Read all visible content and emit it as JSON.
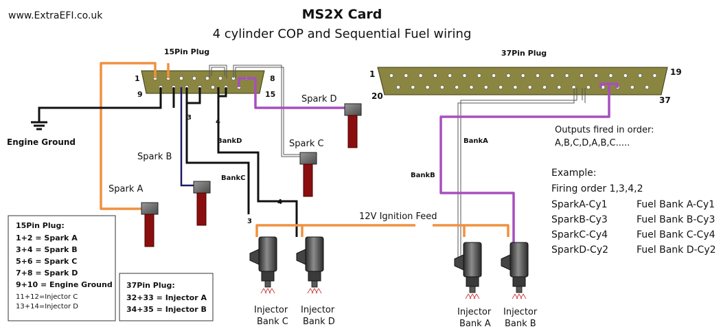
{
  "header": {
    "site": "www.ExtraEFI.co.uk",
    "title": "MS2X Card",
    "subtitle": "4 cylinder COP and Sequential Fuel wiring"
  },
  "plug15": {
    "title": "15Pin Plug",
    "pin1": "1",
    "pin8": "8",
    "pin9": "9",
    "pin15": "15"
  },
  "plug37": {
    "title": "37Pin Plug",
    "pin1": "1",
    "pin19": "19",
    "pin20": "20",
    "pin37": "37"
  },
  "wires": {
    "engine_ground": "Engine Ground",
    "wire3_a": "3",
    "wire4_a": "4",
    "wire3_b": "3",
    "wire4_b": "4",
    "bankA": "BankA",
    "bankB": "BankB",
    "bankC": "BankC",
    "bankD": "BankD",
    "feed": "12V Ignition Feed"
  },
  "coils": {
    "sparkA": "Spark A",
    "sparkB": "Spark B",
    "sparkC": "Spark C",
    "sparkD": "Spark D"
  },
  "injectors": {
    "c_line1": "Injector",
    "c_line2": "Bank C",
    "d_line1": "Injector",
    "d_line2": "Bank D",
    "a_line1": "Injector",
    "a_line2": "Bank A",
    "b_line1": "Injector",
    "b_line2": "Bank B"
  },
  "notes": {
    "outputs_line1": "Outputs fired in order:",
    "outputs_line2": "A,B,C,D,A,B,C.....",
    "example": "Example:",
    "firing": "Firing order 1,3,4,2",
    "rows": [
      {
        "spark": "SparkA-Cy1",
        "fuel": "Fuel Bank A-Cy1"
      },
      {
        "spark": "SparkB-Cy3",
        "fuel": "Fuel Bank B-Cy3"
      },
      {
        "spark": "SparkC-Cy4",
        "fuel": "Fuel Bank C-Cy4"
      },
      {
        "spark": "SparkD-Cy2",
        "fuel": "Fuel Bank D-Cy2"
      }
    ]
  },
  "legend15": {
    "title": "15Pin Plug:",
    "lines": [
      "1+2 = Spark A",
      "3+4 = Spark B",
      "5+6 = Spark C",
      "7+8 = Spark D",
      "9+10 = Engine Ground"
    ],
    "small_lines": [
      "11+12=Injector C",
      "13+14=Injector D"
    ]
  },
  "legend37": {
    "title": "37Pin Plug:",
    "lines": [
      "32+33 = Injector A",
      "34+35 = Injector B"
    ]
  },
  "colors": {
    "orange": "#f0913f",
    "purple": "#a64fbf",
    "navy": "#1a1a66",
    "black": "#111111",
    "connector": "#8a8540",
    "coil_body": "#8b0e0e",
    "coil_head": "#6a6a6a"
  }
}
